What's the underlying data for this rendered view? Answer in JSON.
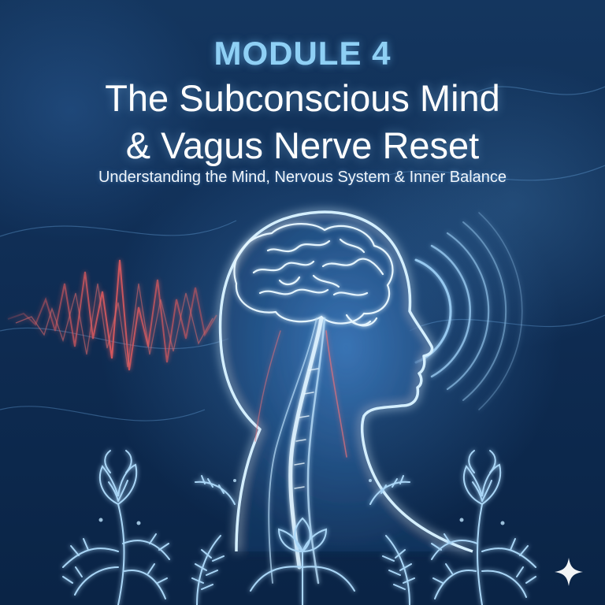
{
  "heading": {
    "module": "MODULE 4",
    "title_line1": "The Subconscious Mind",
    "title_line2": "& Vagus Nerve Reset",
    "subtitle": "Understanding the Mind, Nervous System & Inner Balance"
  },
  "icons": {
    "head": "head-silhouette-icon",
    "brain": "brain-icon",
    "nerve": "vagus-nerve-icon",
    "waves": "sound-waves-icon",
    "pulse": "stress-pulse-icon",
    "plants": "botanical-flowers-icon",
    "sparkle": "sparkle-icon"
  },
  "colors": {
    "background": "#0f2d54",
    "accent": "#8fd0f5",
    "glow": "#bfe6ff",
    "pulse": "#e0585c"
  }
}
